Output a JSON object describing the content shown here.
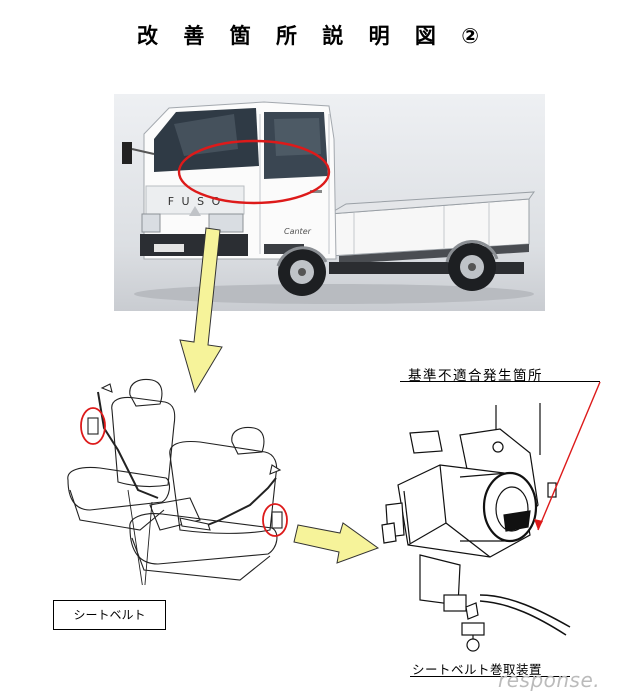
{
  "title": "改 善 箇 所 説 明 図 ②",
  "labels": {
    "nonconformity": "基準不適合発生箇所",
    "seatbelt": "シートベルト",
    "retractor": "シートベルト巻取装置"
  },
  "truck": {
    "grille_brand": "F U S O",
    "door_badge": "Canter"
  },
  "watermark": "response.",
  "colors": {
    "highlight_circle": "#dd1a1a",
    "arrow_fill": "#f6f39a",
    "arrow_stroke": "#333333"
  }
}
